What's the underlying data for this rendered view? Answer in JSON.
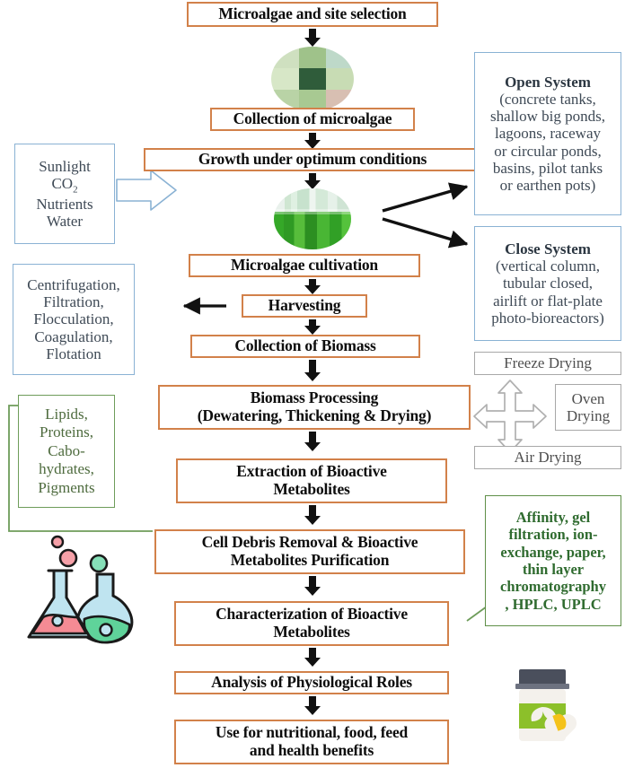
{
  "figure": {
    "title": "Microalgae bioactive metabolites process flowchart",
    "colors": {
      "main_box_border": "#d2814a",
      "blue_box_border": "#8ab2d4",
      "gray_box_border": "#a8a8a8",
      "green_box_border": "#5f8f48",
      "green_text": "#2f6b2f",
      "blue_text": "#3f4a56",
      "arrow_black": "#111111"
    }
  },
  "main_flow": [
    {
      "id": "step-1",
      "label": "Microalgae and site selection"
    },
    {
      "id": "step-2",
      "label": "Collection of microalgae"
    },
    {
      "id": "step-3",
      "label": "Growth under optimum conditions"
    },
    {
      "id": "step-4",
      "label": "Microalgae cultivation"
    },
    {
      "id": "step-5",
      "label": "Harvesting"
    },
    {
      "id": "step-6",
      "label": "Collection of Biomass"
    },
    {
      "id": "step-7",
      "line1": "Biomass Processing",
      "line2": "(Dewatering, Thickening & Drying)"
    },
    {
      "id": "step-8",
      "line1": "Extraction of Bioactive",
      "line2": "Metabolites"
    },
    {
      "id": "step-9",
      "line1": "Cell Debris Removal & Bioactive",
      "line2": "Metabolites Purification"
    },
    {
      "id": "step-10",
      "line1": "Characterization of Bioactive",
      "line2": "Metabolites"
    },
    {
      "id": "step-11",
      "label": "Analysis of Physiological Roles"
    },
    {
      "id": "step-12",
      "line1": "Use for nutritional, food, feed",
      "line2": "and health benefits"
    }
  ],
  "inputs_box": {
    "lines": [
      "Sunlight",
      "CO2",
      "Nutrients",
      "Water"
    ],
    "co2_base": "CO",
    "co2_sub": "2"
  },
  "open_system": {
    "heading": "Open System",
    "lines": [
      "(concrete tanks,",
      "shallow big ponds,",
      "lagoons, raceway",
      "or circular ponds,",
      "basins, pilot tanks",
      "or earthen pots)"
    ]
  },
  "close_system": {
    "heading": "Close System",
    "lines": [
      "(vertical column,",
      "tubular closed,",
      "airlift or flat-plate",
      "photo-bioreactors)"
    ]
  },
  "harvesting_methods": {
    "lines": [
      "Centrifugation,",
      "Filtration,",
      "Flocculation,",
      "Coagulation,",
      "Flotation"
    ]
  },
  "drying_methods": {
    "freeze": "Freeze Drying",
    "oven_line1": "Oven",
    "oven_line2": "Drying",
    "air": "Air Drying"
  },
  "metabolites_box": {
    "lines": [
      "Lipids,",
      "Proteins,",
      "Cabo-",
      "hydrates,",
      "Pigments"
    ]
  },
  "chromatography_box": {
    "lines": [
      "Affinity, gel",
      "filtration, ion-",
      "exchange, paper,",
      "thin layer",
      "chromatography",
      ", HPLC, UPLC"
    ]
  },
  "images": {
    "collage": "microalgae-micrograph-collage",
    "culture": "green-algae-culture-flasks-photo",
    "flasks": "laboratory-flasks-illustration",
    "bottle": "supplement-bottle-with-capsule-illustration"
  }
}
